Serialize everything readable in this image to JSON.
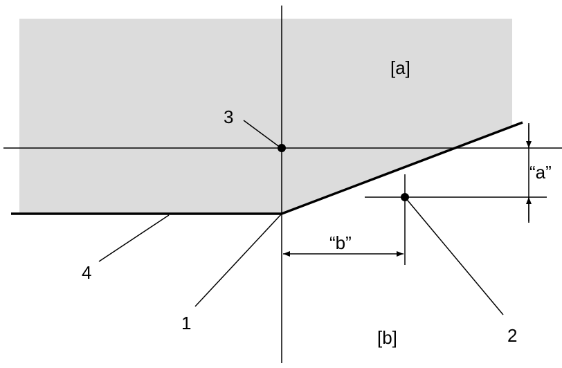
{
  "diagram": {
    "region_upper": "[a]",
    "region_lower": "[b]",
    "dim_a": "“a”",
    "dim_b": "“b”",
    "callouts": [
      "1",
      "2",
      "3",
      "4"
    ]
  },
  "colors": {
    "shaded_region": "#dcdcdc",
    "lines": "#000000"
  }
}
